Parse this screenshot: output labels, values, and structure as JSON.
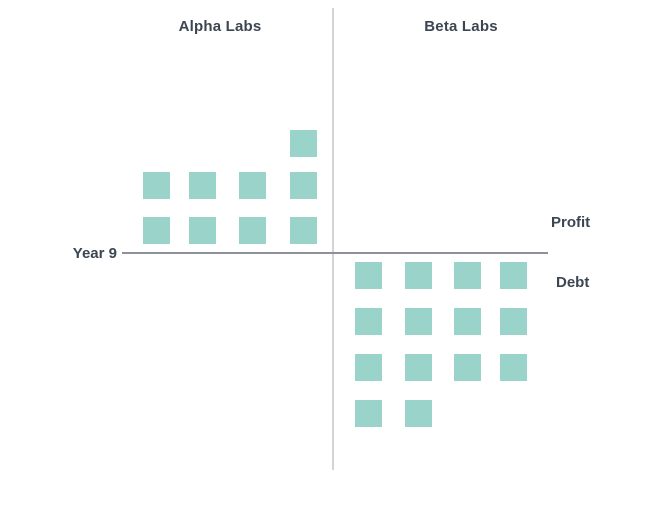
{
  "colors": {
    "unit_square": "#99d3ca",
    "text": "#3c4653",
    "vertical_divider": "#d4d4d6",
    "axis_line": "#90909a",
    "background": "#ffffff"
  },
  "chart_data": {
    "type": "pictogram",
    "title_left": "Alpha Labs",
    "title_right": "Beta Labs",
    "axis_label": "Year 9",
    "positive_label": "Profit",
    "negative_label": "Debt",
    "unit_value": 1,
    "groups": [
      {
        "name": "Alpha Labs",
        "metric": "Profit",
        "units": 9,
        "side": "above-axis",
        "grid_rows_top_to_bottom": [
          [
            0,
            0,
            0,
            1
          ],
          [
            1,
            1,
            1,
            1
          ],
          [
            1,
            1,
            1,
            1
          ]
        ]
      },
      {
        "name": "Beta Labs",
        "metric": "Debt",
        "units": 14,
        "side": "below-axis",
        "grid_rows_top_to_bottom": [
          [
            1,
            1,
            1,
            1
          ],
          [
            1,
            1,
            1,
            1
          ],
          [
            1,
            1,
            1,
            1
          ],
          [
            1,
            1,
            0,
            0
          ]
        ]
      }
    ],
    "legend_position": "right",
    "grid": "off"
  }
}
